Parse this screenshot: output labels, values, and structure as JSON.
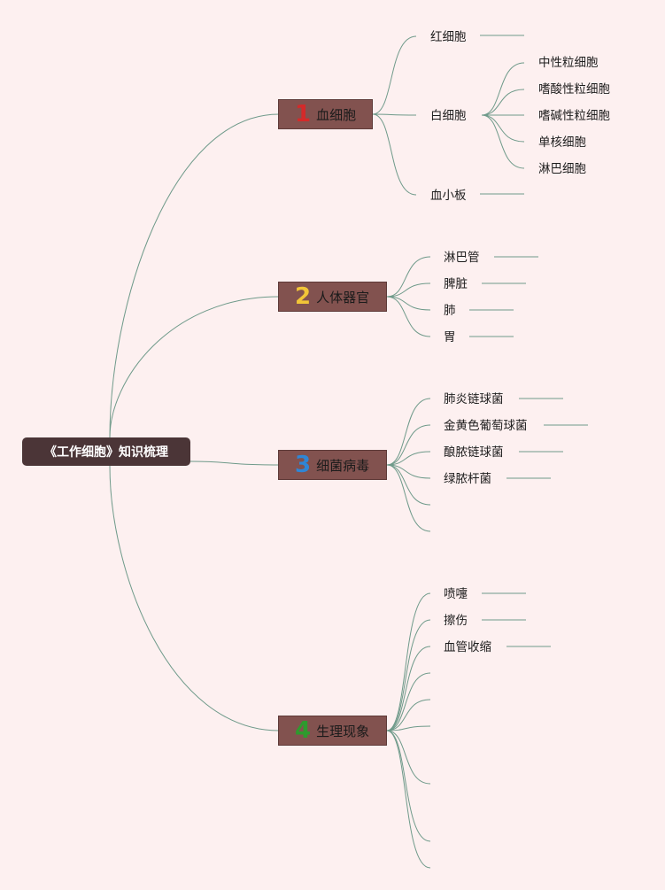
{
  "root": {
    "label": "《工作细胞》知识梳理"
  },
  "colors": {
    "line": "#6f9a8a",
    "branch_fill": "#82524f",
    "root_fill": "#4b3537",
    "num_colors": [
      "#d42a2a",
      "#f2c537",
      "#2f86d6",
      "#2e9a2e"
    ]
  },
  "branches": [
    {
      "number": "1",
      "label": "血细胞",
      "children": [
        {
          "label": "红细胞"
        },
        {
          "label": "白细胞",
          "children": [
            {
              "label": "中性粒细胞"
            },
            {
              "label": "嗜酸性粒细胞"
            },
            {
              "label": "嗜碱性粒细胞"
            },
            {
              "label": "单核细胞"
            },
            {
              "label": "淋巴细胞"
            }
          ]
        },
        {
          "label": "血小板"
        }
      ]
    },
    {
      "number": "2",
      "label": "人体器官",
      "children": [
        {
          "label": "淋巴管"
        },
        {
          "label": "脾脏"
        },
        {
          "label": "肺"
        },
        {
          "label": "胃"
        }
      ]
    },
    {
      "number": "3",
      "label": "细菌病毒",
      "children": [
        {
          "label": "肺炎链球菌"
        },
        {
          "label": "金黄色葡萄球菌"
        },
        {
          "label": "酿脓链球菌"
        },
        {
          "label": "绿脓杆菌"
        },
        {
          "label": ""
        },
        {
          "label": ""
        }
      ]
    },
    {
      "number": "4",
      "label": "生理现象",
      "children": [
        {
          "label": "喷嚏"
        },
        {
          "label": "擦伤"
        },
        {
          "label": "血管收缩"
        },
        {
          "label": ""
        },
        {
          "label": ""
        },
        {
          "label": ""
        },
        {
          "label": ""
        },
        {
          "label": ""
        },
        {
          "label": ""
        }
      ]
    }
  ]
}
